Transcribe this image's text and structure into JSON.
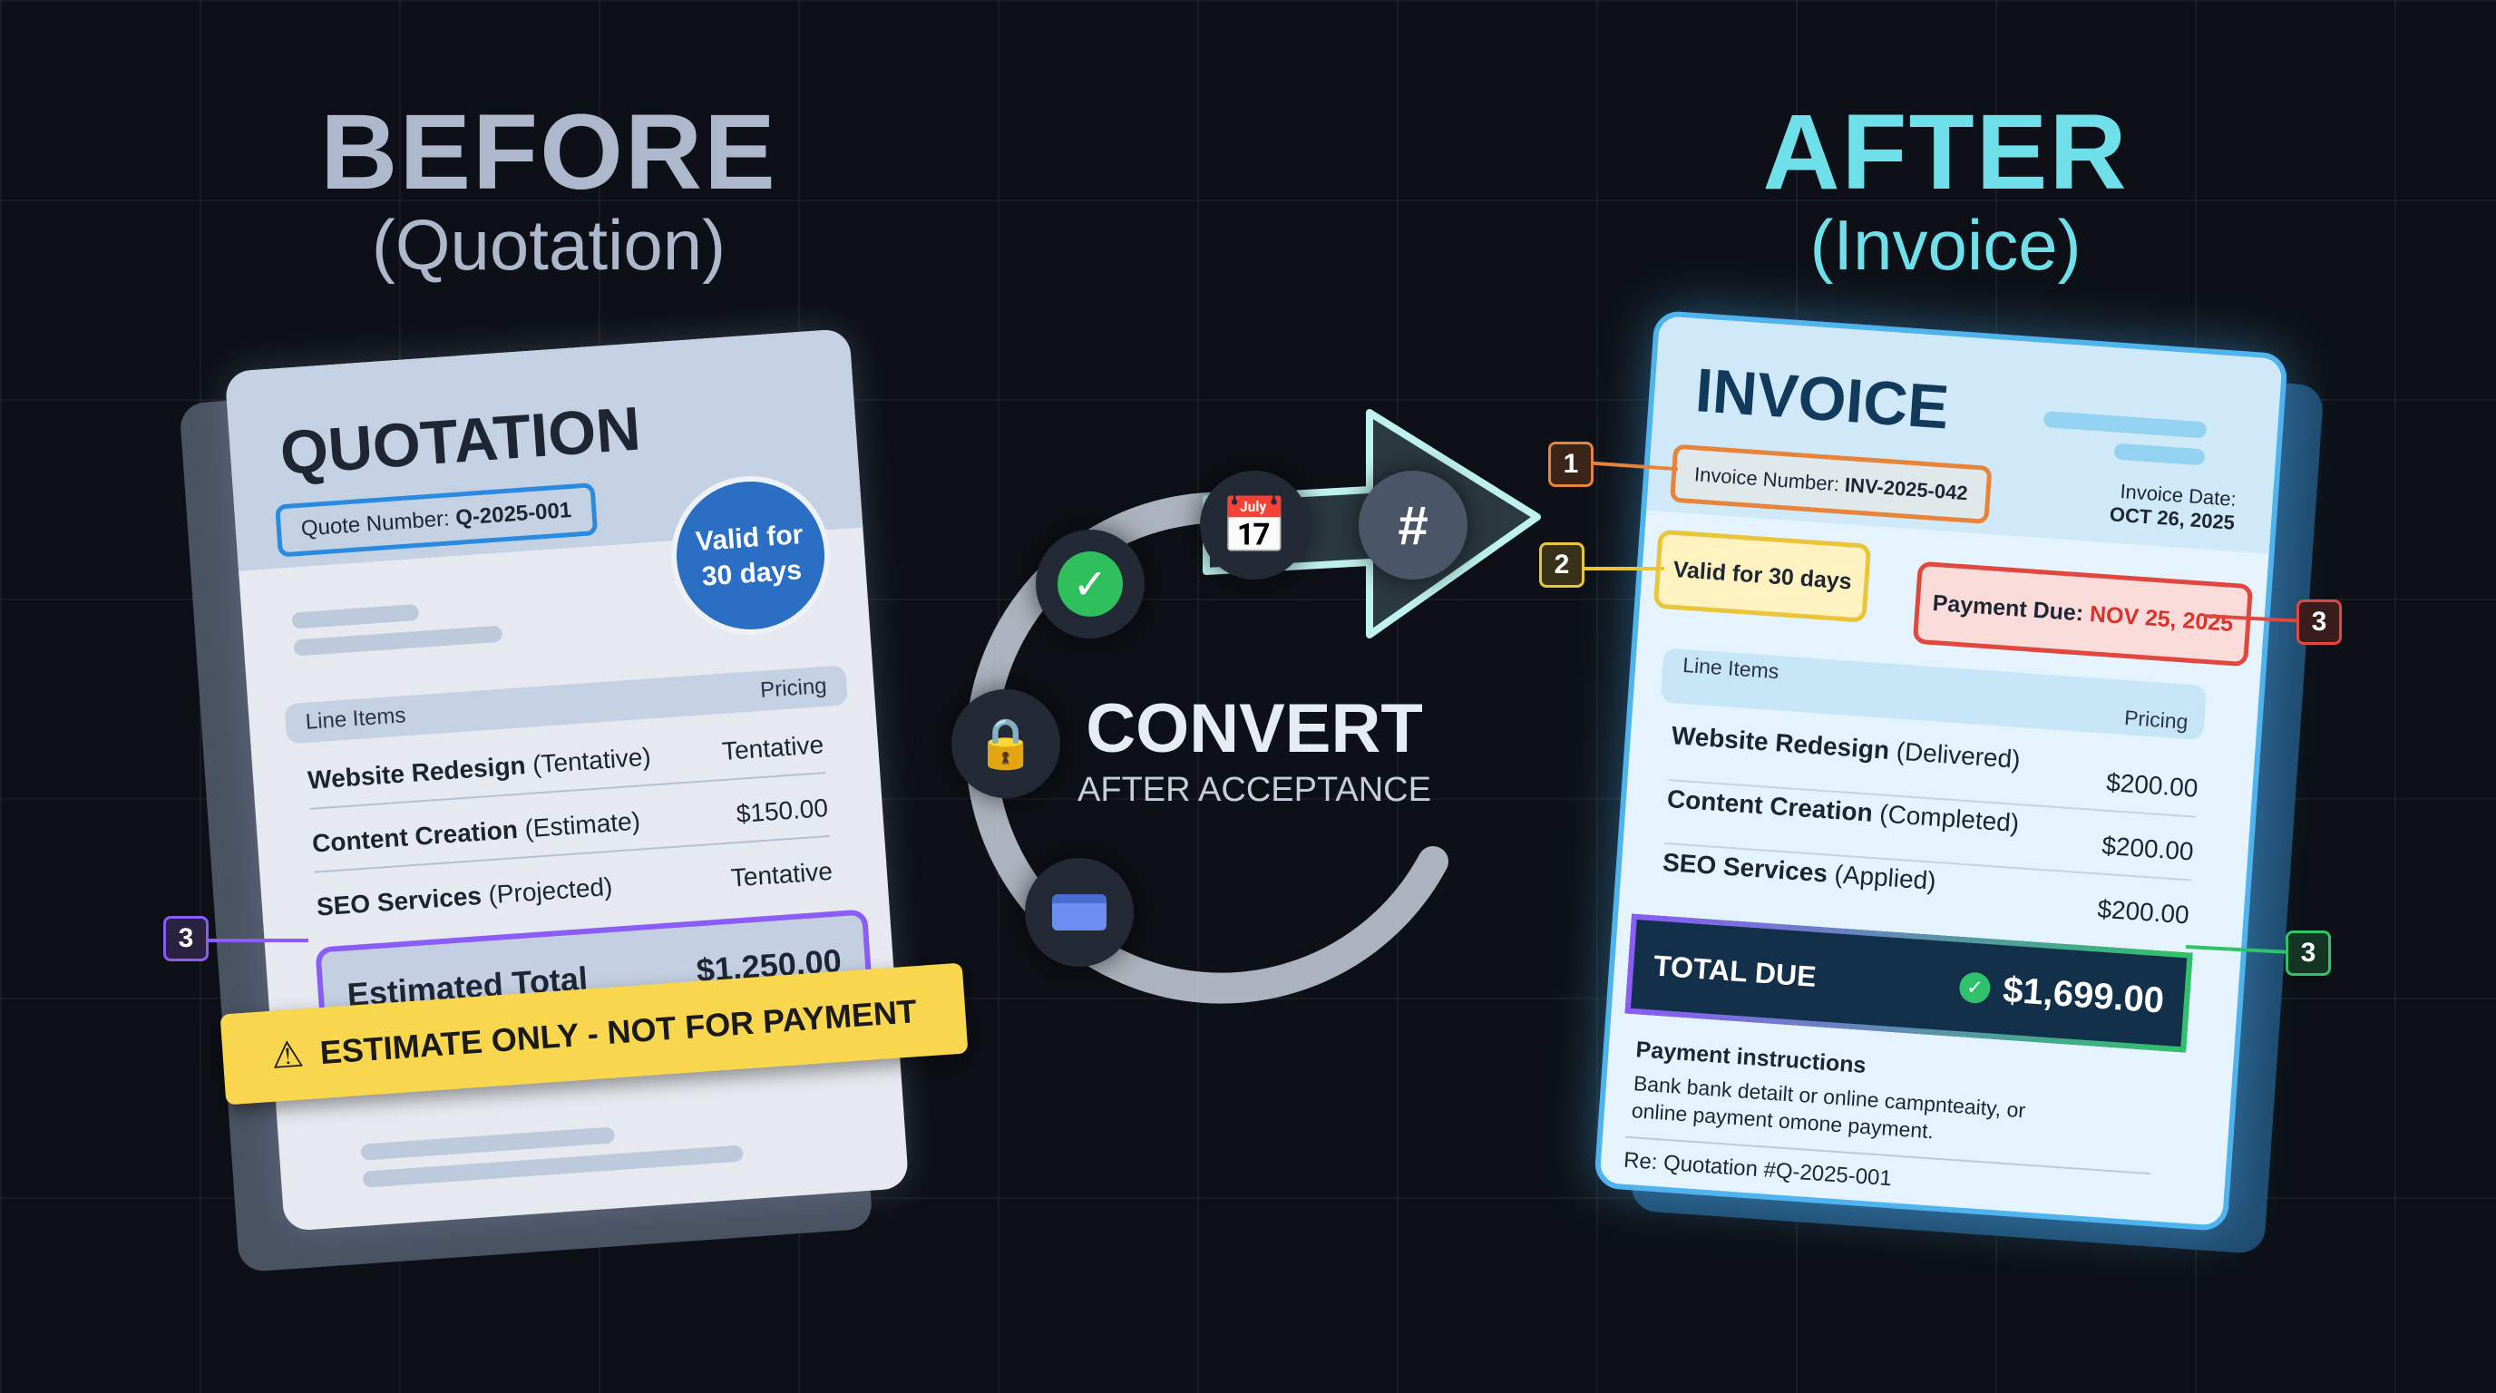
{
  "before": {
    "title": "BEFORE",
    "subtitle": "(Quotation)"
  },
  "after": {
    "title": "AFTER",
    "subtitle": "(Invoice)"
  },
  "quotation": {
    "heading": "QUOTATION",
    "number_label": "Quote Number:",
    "number": "Q-2025-001",
    "validity_badge": "Valid for 30 days",
    "line_items_label": "Line Items",
    "pricing_label": "Pricing",
    "items": [
      {
        "name": "Website Redesign",
        "status": "(Tentative)",
        "price": "Tentative"
      },
      {
        "name": "Content Creation",
        "status": "(Estimate)",
        "price": "$150.00"
      },
      {
        "name": "SEO Services",
        "status": "(Projected)",
        "price": "Tentative"
      }
    ],
    "total_label": "Estimated Total",
    "total": "$1,250.00",
    "warning": "ESTIMATE ONLY - NOT FOR PAYMENT",
    "callout": "3"
  },
  "center": {
    "title": "CONVERT",
    "subtitle": "AFTER ACCEPTANCE",
    "icons": [
      "check-icon",
      "calendar-icon",
      "hash-icon",
      "lock-icon",
      "credit-card-icon"
    ],
    "hash": "#"
  },
  "invoice": {
    "heading": "INVOICE",
    "number_label": "Invoice Number:",
    "number": "INV-2025-042",
    "date_label": "Invoice Date:",
    "date": "OCT 26, 2025",
    "validity": "Valid for 30 days",
    "due_label": "Payment Due:",
    "due_date": "NOV 25, 2025",
    "line_items_label": "Line Items",
    "pricing_label": "Pricing",
    "items": [
      {
        "name": "Website Redesign",
        "status": "(Delivered)",
        "price": "$200.00"
      },
      {
        "name": "Content Creation",
        "status": "(Completed)",
        "price": "$200.00"
      },
      {
        "name": "SEO Services",
        "status": "(Applied)",
        "price": "$200.00"
      }
    ],
    "total_label": "TOTAL DUE",
    "total": "$1,699.00",
    "instructions_title": "Payment instructions",
    "instructions": "Bank bank detailt or online campnteaity, or online payment omone payment.",
    "reference": "Re: Quotation #Q-2025-001",
    "callouts": [
      "1",
      "2",
      "3",
      "3"
    ]
  },
  "colors": {
    "before_title": "#aeb8cc",
    "after_title": "#6fe0ea",
    "quote_blue": "#2a6fc4",
    "purple": "#8b5cf6",
    "orange": "#e8843a",
    "yellow": "#e9c53a",
    "red": "#e0483f",
    "green": "#2fc26a"
  }
}
